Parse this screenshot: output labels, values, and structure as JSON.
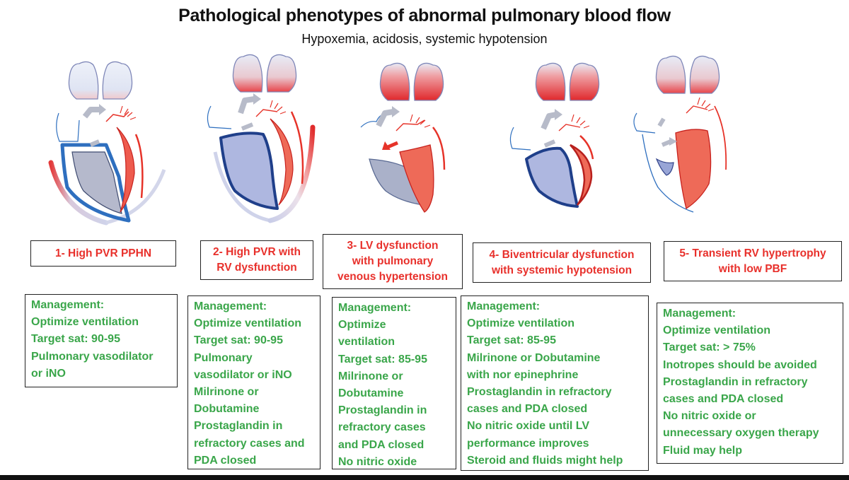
{
  "title": "Pathological phenotypes of abnormal pulmonary blood flow",
  "subtitle": "Hypoxemia, acidosis, systemic hypotension",
  "colors": {
    "heading": "#e8302b",
    "management": "#3aa64a",
    "blue": "#2e6fbf",
    "red": "#e63329"
  },
  "phenotypes": [
    {
      "label_lines": [
        "1- High PVR PPHN"
      ],
      "management": [
        "Management:",
        "Optimize ventilation",
        "Target sat: 90-95",
        "Pulmonary vasodilator",
        "or iNO"
      ]
    },
    {
      "label_lines": [
        "2- High PVR with",
        "RV dysfunction"
      ],
      "management": [
        "Management:",
        "Optimize ventilation",
        "Target sat: 90-95",
        "Pulmonary",
        "vasodilator or iNO",
        "Milrinone or",
        "Dobutamine",
        "Prostaglandin in",
        "refractory cases and",
        "PDA closed"
      ]
    },
    {
      "label_lines": [
        "3- LV dysfunction",
        "with pulmonary",
        "venous hypertension"
      ],
      "management": [
        "Management:",
        "Optimize",
        "ventilation",
        "Target sat: 85-95",
        "Milrinone or",
        "Dobutamine",
        "Prostaglandin in",
        "refractory cases",
        "and PDA closed",
        "No nitric oxide"
      ]
    },
    {
      "label_lines": [
        "4- Biventricular dysfunction",
        "with systemic hypotension"
      ],
      "management": [
        "Management:",
        "Optimize ventilation",
        "Target sat: 85-95",
        "Milrinone or Dobutamine",
        "with nor epinephrine",
        "Prostaglandin in refractory",
        "cases and PDA closed",
        "No nitric oxide until LV",
        "performance improves",
        "Steroid and fluids might help"
      ]
    },
    {
      "label_lines": [
        "5- Transient RV hypertrophy",
        "with low PBF"
      ],
      "management": [
        "Management:",
        "Optimize ventilation",
        "Target sat: > 75%",
        "Inotropes should be avoided",
        "Prostaglandin in refractory",
        "cases and PDA closed",
        "No nitric oxide or",
        "unnecessary oxygen therapy",
        "Fluid may help"
      ]
    }
  ]
}
